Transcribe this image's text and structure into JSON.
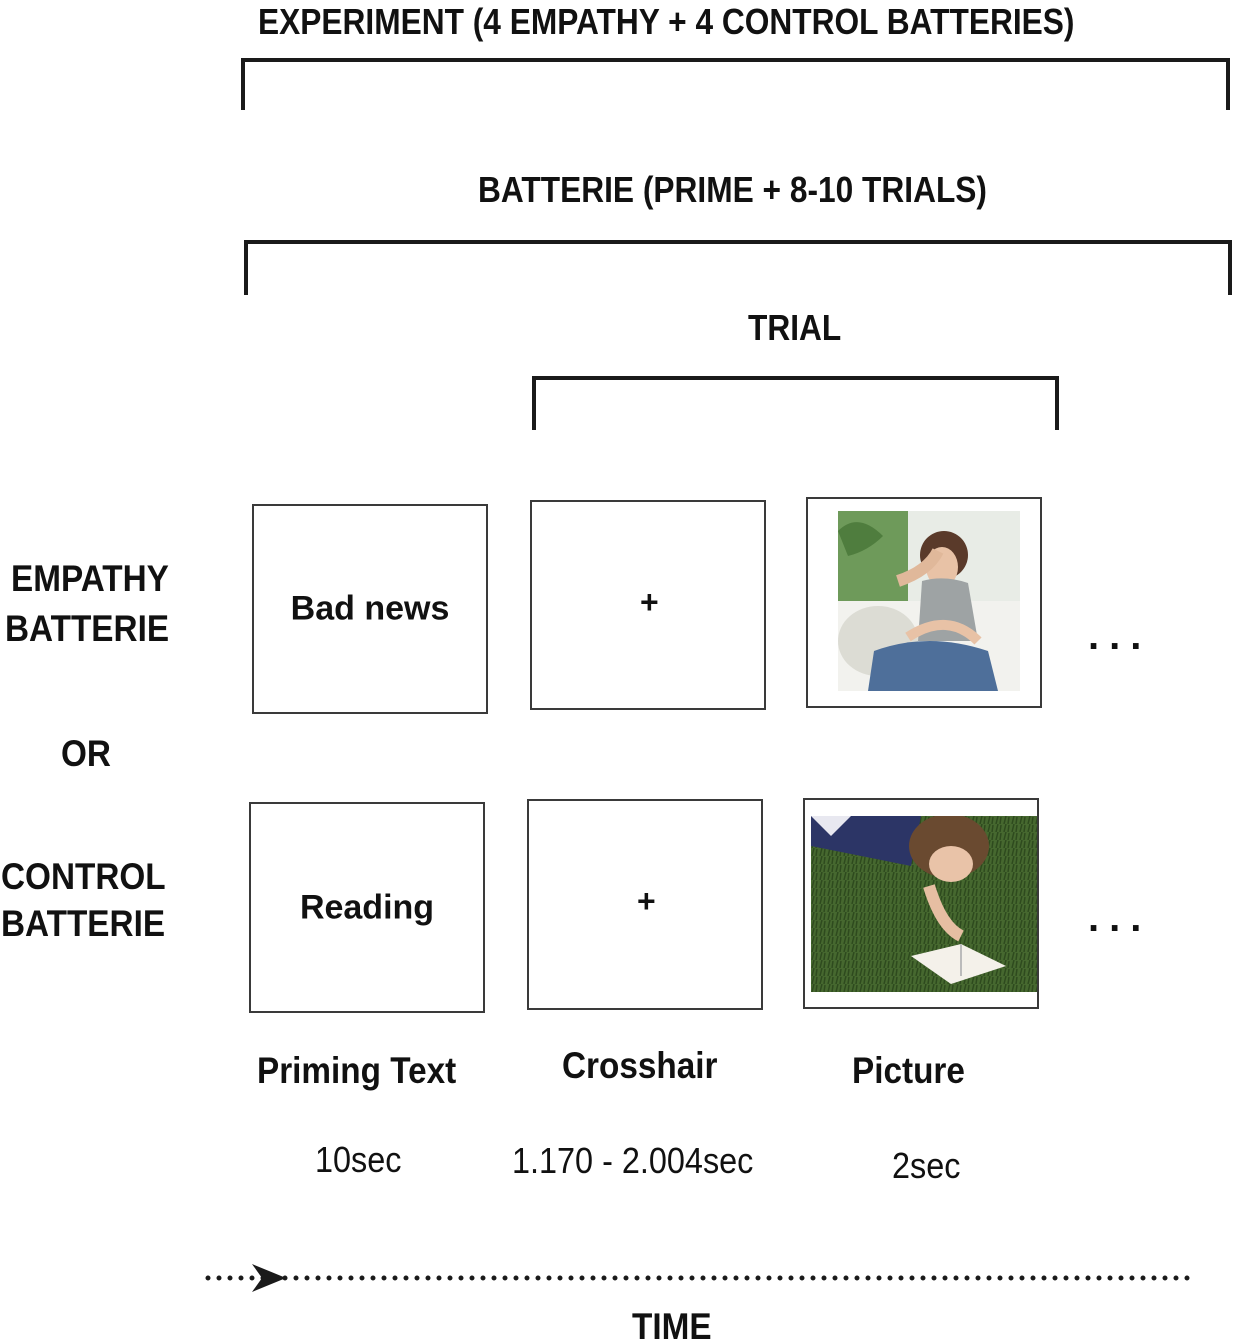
{
  "brackets": {
    "experiment_label": "EXPERIMENT (4 EMPATHY + 4 CONTROL  BATTERIES)",
    "batterie_label": "BATTERIE (PRIME + 8-10 TRIALS)",
    "trial_label": "TRIAL"
  },
  "rows": {
    "empathy_line1": "EMPATHY",
    "empathy_line2": "BATTERIE",
    "or_label": "OR",
    "control_line1": "CONTROL",
    "control_line2": "BATTERIE"
  },
  "stimuli": {
    "empathy_prime_text": "Bad news",
    "control_prime_text": "Reading",
    "crosshair_symbol": "+",
    "ellipsis": "..."
  },
  "stages": [
    {
      "name": "Priming Text",
      "duration": "10sec"
    },
    {
      "name": "Crosshair",
      "duration": "1.170 - 2.004sec"
    },
    {
      "name": "Picture",
      "duration": "2sec"
    }
  ],
  "time_label": "TIME"
}
